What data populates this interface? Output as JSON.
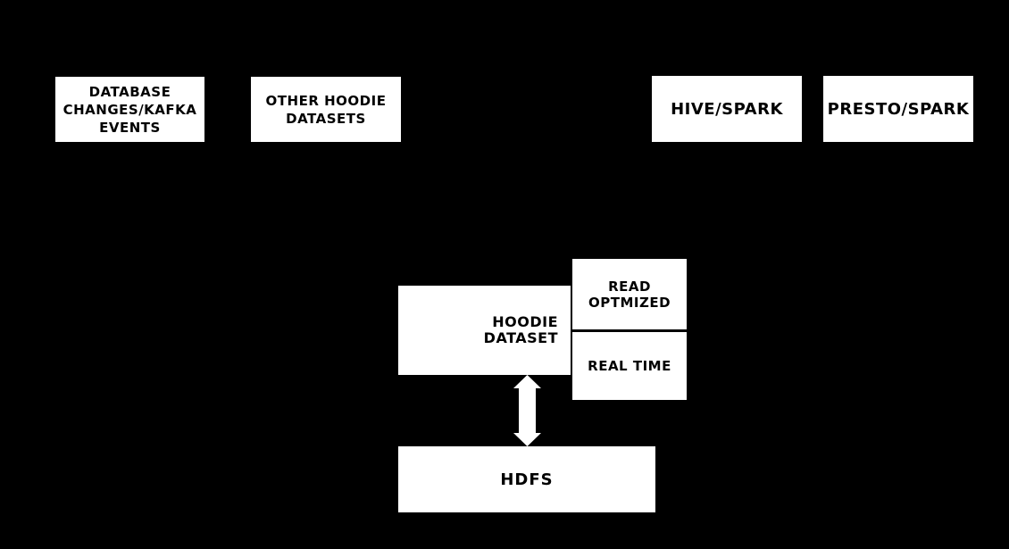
{
  "colors": {
    "background": "#000000",
    "node_fill": "#ffffff",
    "node_text": "#000000",
    "arrow": "#ffffff"
  },
  "nodes": {
    "database_changes": {
      "lines": [
        "DATABASE",
        "CHANGES/KAFKA",
        "EVENTS"
      ]
    },
    "other_hoodie": {
      "lines": [
        "OTHER HOODIE",
        "DATASETS"
      ]
    },
    "hive_spark": {
      "label": "HIVE/SPARK"
    },
    "presto_spark": {
      "label": "PRESTO/SPARK"
    },
    "hoodie_dataset": {
      "lines": [
        "HOODIE",
        "DATASET"
      ]
    },
    "read_optmized": {
      "lines": [
        "READ",
        "OPTMIZED"
      ]
    },
    "real_time": {
      "label": "REAL TIME"
    },
    "hdfs": {
      "label": "HDFS"
    }
  },
  "arrow": {
    "direction": "bidirectional-vertical",
    "connects": [
      "hoodie_dataset",
      "hdfs"
    ]
  }
}
